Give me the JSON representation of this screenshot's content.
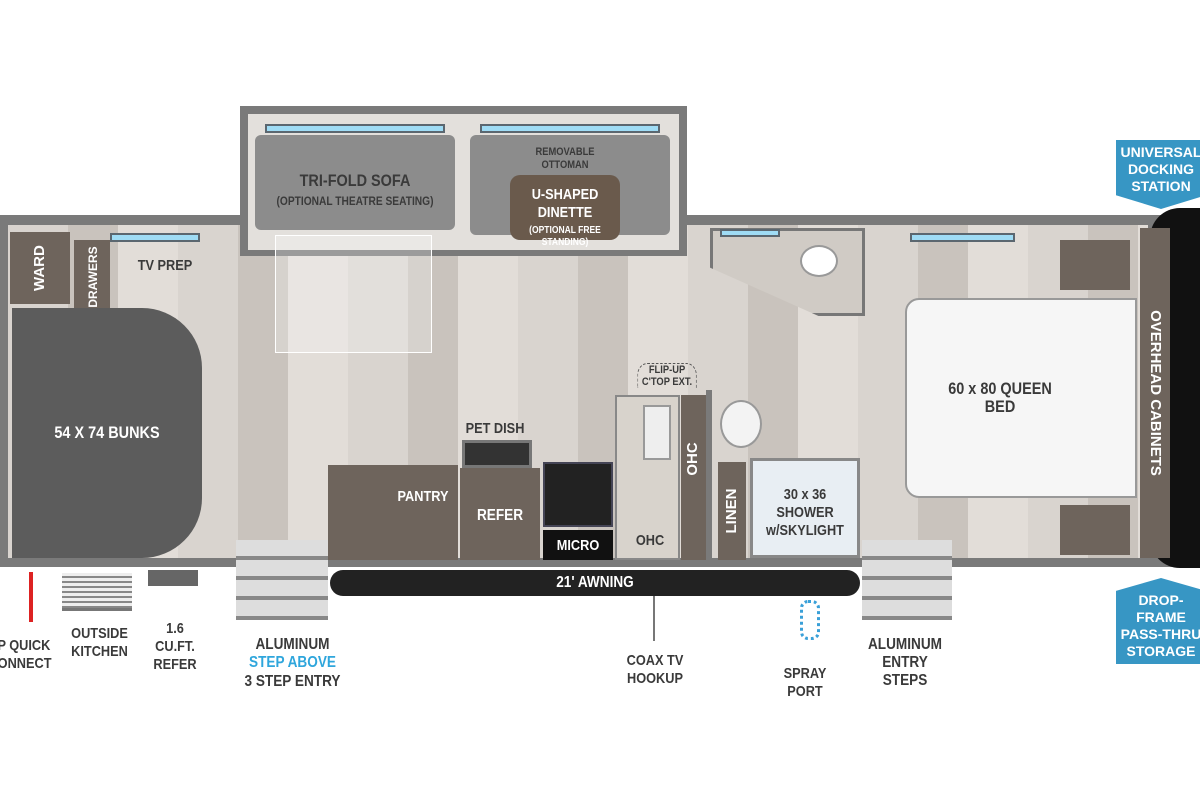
{
  "rooms": {
    "sofa": "TRI-FOLD SOFA",
    "sofa_note": "(OPTIONAL THEATRE SEATING)",
    "ottoman": "REMOVABLE OTTOMAN",
    "dinette": "U-SHAPED DINETTE",
    "dinette_note": "(OPTIONAL FREE STANDING)",
    "ward": "WARD",
    "drawers": "DRAWERS",
    "tv_prep": "TV PREP",
    "bunks": "54 X 74 BUNKS",
    "pet_dish": "PET DISH",
    "pantry": "PANTRY",
    "refer": "REFER",
    "micro": "MICRO",
    "ohc": "OHC",
    "flipup": "FLIP-UP C'TOP EXT.",
    "linen": "LINEN",
    "shower": "30 x 36 SHOWER w/SKYLIGHT",
    "bed": "60 x 80 QUEEN BED",
    "overhead": "OVERHEAD CABINETS",
    "awning": "21' AWNING"
  },
  "callouts": {
    "lp": "LP QUICK CONNECT",
    "outside_kitchen": "OUTSIDE KITCHEN",
    "refer_small": "1.6 CU.FT. REFER",
    "step_1": "ALUMINUM",
    "step_2": "STEP ABOVE",
    "step_3": "3 STEP ENTRY",
    "coax": "COAX TV HOOKUP",
    "spray": "SPRAY PORT",
    "entry_steps": "ALUMINUM ENTRY STEPS",
    "docking": "UNIVERSAL DOCKING STATION",
    "storage": "DROP-FRAME PASS-THRU STORAGE"
  },
  "colors": {
    "accent": "#3796c4",
    "wall": "#7a7a7a"
  }
}
